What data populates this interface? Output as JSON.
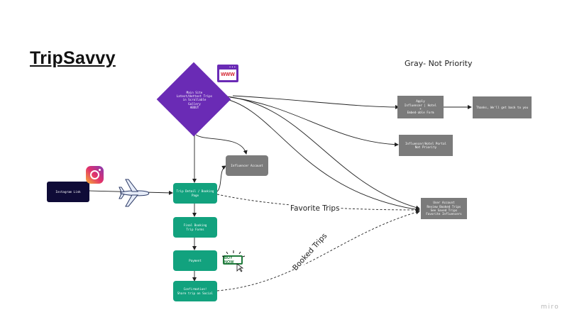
{
  "header": {
    "title": "TripSavvy"
  },
  "note": "Gray- Not Priority",
  "nodes": {
    "main_site": {
      "lines": [
        "Main Site",
        "",
        "Latest/Hottest Trips",
        "in Scrollable",
        "Gallery",
        "",
        "ABOUT"
      ]
    },
    "apply": {
      "lines": [
        "Apply",
        "",
        "Influencer | Hotel",
        "+",
        "Embed-able Form"
      ]
    },
    "thanks": {
      "lines": [
        "Thanks, We'll get back to you"
      ]
    },
    "portal": {
      "lines": [
        "Influencer/Hotel Portal",
        "",
        "Not Priority"
      ]
    },
    "influencer_account": {
      "lines": [
        "Influencer Account"
      ]
    },
    "user_account": {
      "lines": [
        "User Account",
        "",
        "Review Booked Trips",
        "See Saved Trips",
        "Favorite Influencers"
      ]
    },
    "instagram_link": {
      "lines": [
        "Instagram Link"
      ]
    },
    "trip_detail": {
      "lines": [
        "Trip Detail / Booking",
        "Page"
      ]
    },
    "final_booking": {
      "lines": [
        "Final Booking",
        "Trip Forms"
      ]
    },
    "payment": {
      "lines": [
        "Payment"
      ]
    },
    "confirmation": {
      "lines": [
        "Confirmation!",
        "Share trip on Social"
      ]
    }
  },
  "edge_labels": {
    "favorite_trips": "Favorite Trips",
    "booked_trips": "Booked Trips"
  },
  "icons": {
    "www_text": "WWW",
    "buy_now": "BUY NOW",
    "instagram": "instagram-icon",
    "airplane": "airplane-icon"
  },
  "colors": {
    "purple": "#6a2bb5",
    "teal": "#12a27e",
    "gray": "#7b7b7b",
    "navy": "#0f0b37"
  },
  "watermark": "miro"
}
